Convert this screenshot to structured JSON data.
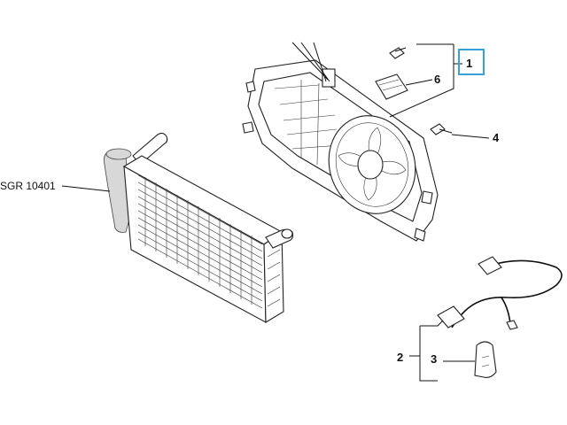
{
  "callouts": {
    "c1": "1",
    "c2": "2",
    "c3": "3",
    "c4": "4",
    "c6": "6",
    "ref": "SGR 10401"
  },
  "colors": {
    "highlight_box": "#3aa0d8",
    "line": "#111111"
  }
}
